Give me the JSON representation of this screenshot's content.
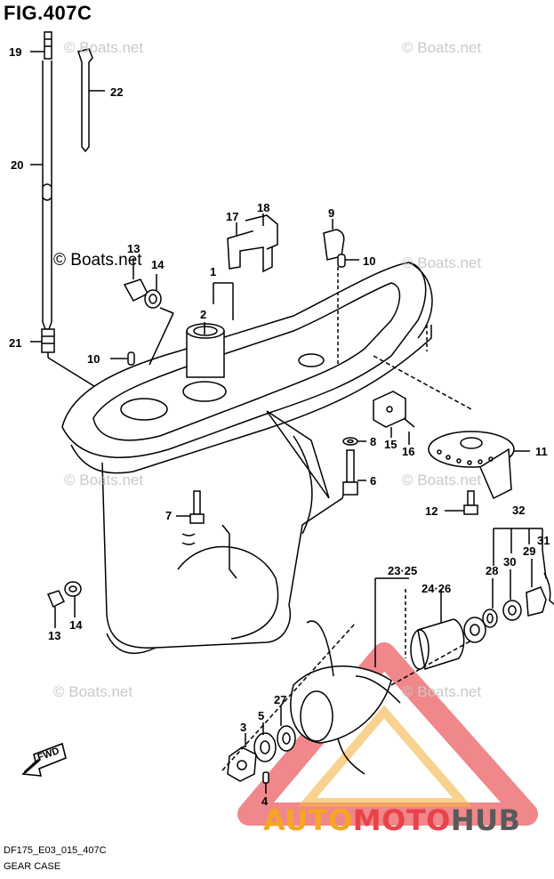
{
  "figure": {
    "title": "FIG.407C",
    "code": "DF175_E03_015_407C",
    "caption": "GEAR CASE"
  },
  "watermark": {
    "text": "© Boats.net"
  },
  "logo": {
    "part_a": "AUTO",
    "part_b": "MOTO",
    "part_c": "HUB",
    "colors": {
      "auto": "#f5a623",
      "moto": "#e8434a",
      "hub": "#5a5a5a"
    }
  },
  "fwd_label": "FWD",
  "callouts": [
    "19",
    "22",
    "20",
    "17",
    "18",
    "9",
    "13",
    "14",
    "1",
    "10",
    "2",
    "21",
    "10",
    "8",
    "15",
    "16",
    "11",
    "6",
    "7",
    "12",
    "32",
    "31",
    "23·25",
    "24·26",
    "28",
    "30",
    "29",
    "13",
    "14",
    "27",
    "5",
    "3",
    "4"
  ]
}
